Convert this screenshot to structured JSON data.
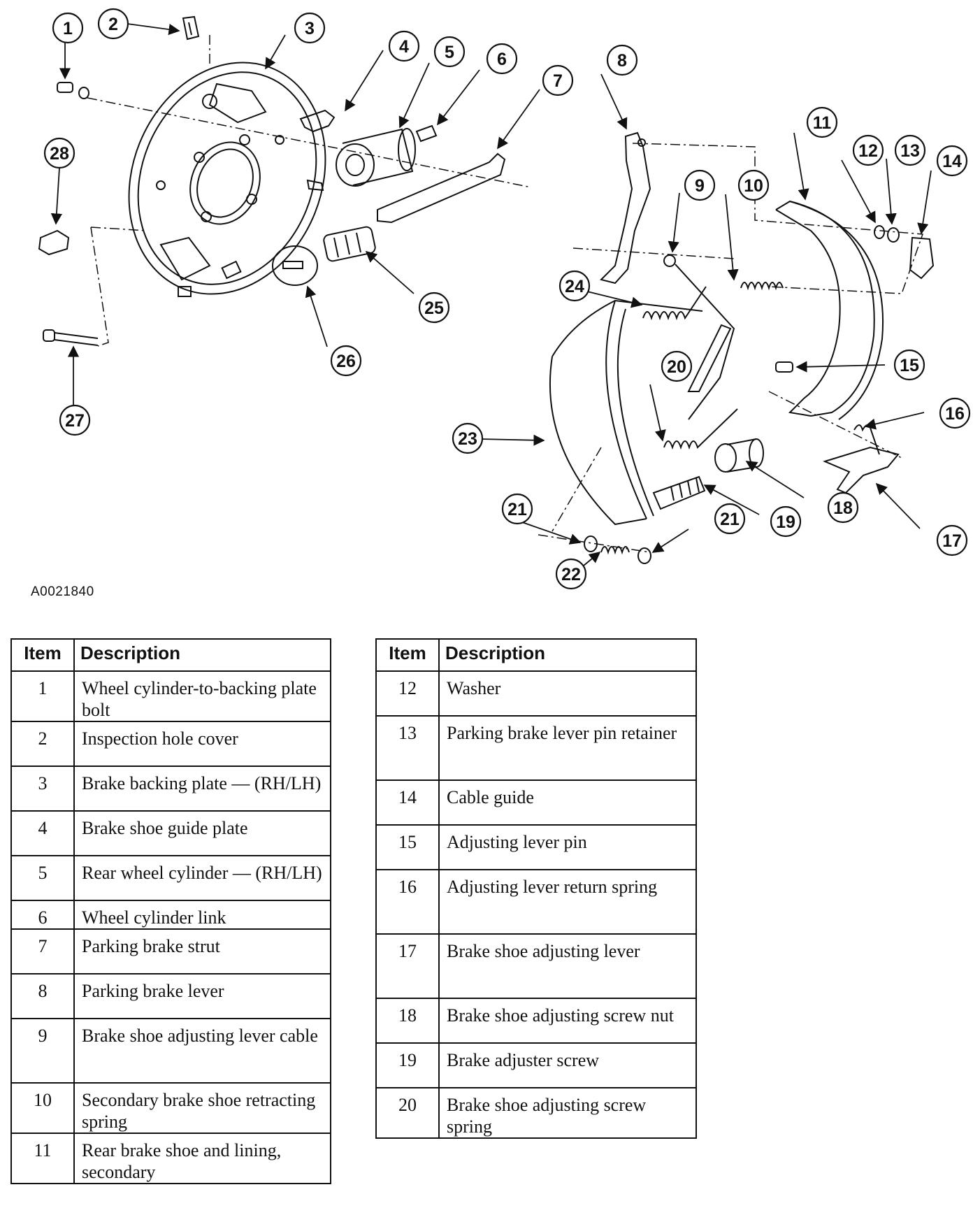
{
  "figure_id": "A0021840",
  "callouts": [
    "1",
    "2",
    "3",
    "4",
    "5",
    "6",
    "7",
    "8",
    "9",
    "10",
    "11",
    "12",
    "13",
    "14",
    "15",
    "16",
    "17",
    "18",
    "19",
    "20",
    "21",
    "21",
    "22",
    "23",
    "24",
    "25",
    "26",
    "27",
    "28"
  ],
  "table_left": {
    "headers": {
      "item": "Item",
      "description": "Description"
    },
    "rows": [
      {
        "item": "1",
        "description": "Wheel cylinder-to-backing plate bolt"
      },
      {
        "item": "2",
        "description": "Inspection hole cover"
      },
      {
        "item": "3",
        "description": "Brake backing plate — (RH/LH)"
      },
      {
        "item": "4",
        "description": "Brake shoe guide plate"
      },
      {
        "item": "5",
        "description": "Rear wheel cylinder — (RH/LH)"
      },
      {
        "item": "6",
        "description": "Wheel cylinder link"
      },
      {
        "item": "7",
        "description": "Parking brake strut"
      },
      {
        "item": "8",
        "description": "Parking brake lever"
      },
      {
        "item": "9",
        "description": "Brake shoe adjusting lever cable"
      },
      {
        "item": "10",
        "description": "Secondary brake shoe retracting spring"
      },
      {
        "item": "11",
        "description": "Rear brake shoe and lining, secondary"
      }
    ]
  },
  "table_right": {
    "headers": {
      "item": "Item",
      "description": "Description"
    },
    "rows": [
      {
        "item": "12",
        "description": "Washer"
      },
      {
        "item": "13",
        "description": "Parking brake lever pin retainer"
      },
      {
        "item": "14",
        "description": "Cable guide"
      },
      {
        "item": "15",
        "description": "Adjusting lever pin"
      },
      {
        "item": "16",
        "description": "Adjusting lever return spring"
      },
      {
        "item": "17",
        "description": "Brake shoe adjusting lever"
      },
      {
        "item": "18",
        "description": "Brake shoe adjusting screw nut"
      },
      {
        "item": "19",
        "description": "Brake adjuster screw"
      },
      {
        "item": "20",
        "description": "Brake shoe adjusting screw spring"
      }
    ]
  }
}
